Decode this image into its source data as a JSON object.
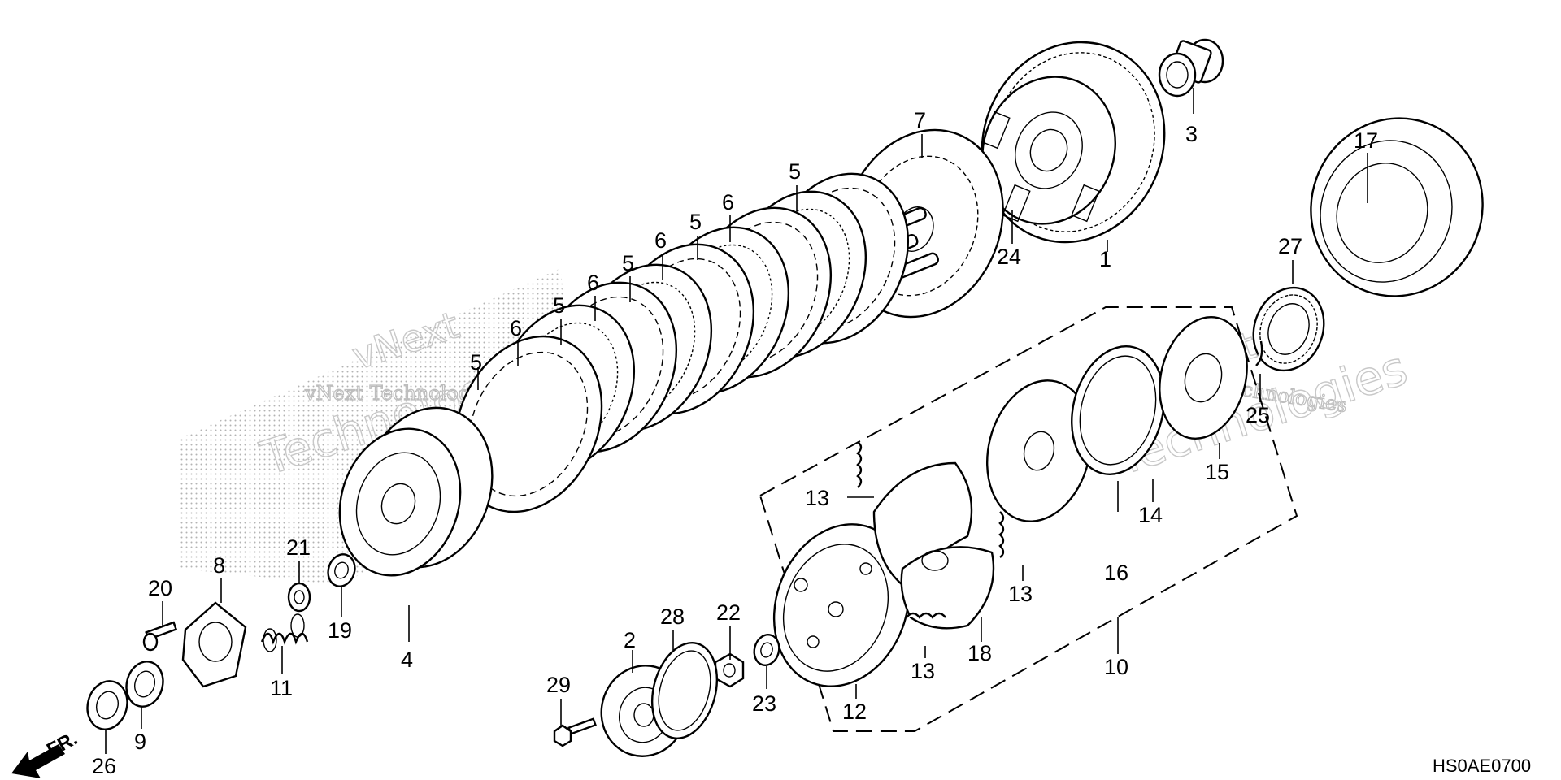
{
  "diagram": {
    "drawing_code": "HS0AE0700",
    "direction_label": "FR.",
    "watermark": {
      "line1": "vNext Technologies",
      "line2": "vNext",
      "line3": "Technologies"
    },
    "callouts": [
      {
        "id": "c1",
        "label": "1"
      },
      {
        "id": "c2",
        "label": "2"
      },
      {
        "id": "c3",
        "label": "3"
      },
      {
        "id": "c4",
        "label": "4"
      },
      {
        "id": "c5a",
        "label": "5"
      },
      {
        "id": "c5b",
        "label": "5"
      },
      {
        "id": "c5c",
        "label": "5"
      },
      {
        "id": "c5d",
        "label": "5"
      },
      {
        "id": "c5e",
        "label": "5"
      },
      {
        "id": "c6a",
        "label": "6"
      },
      {
        "id": "c6b",
        "label": "6"
      },
      {
        "id": "c6c",
        "label": "6"
      },
      {
        "id": "c6d",
        "label": "6"
      },
      {
        "id": "c7",
        "label": "7"
      },
      {
        "id": "c8",
        "label": "8"
      },
      {
        "id": "c9",
        "label": "9"
      },
      {
        "id": "c10",
        "label": "10"
      },
      {
        "id": "c11",
        "label": "11"
      },
      {
        "id": "c12",
        "label": "12"
      },
      {
        "id": "c13a",
        "label": "13"
      },
      {
        "id": "c13b",
        "label": "13"
      },
      {
        "id": "c13c",
        "label": "13"
      },
      {
        "id": "c14",
        "label": "14"
      },
      {
        "id": "c15",
        "label": "15"
      },
      {
        "id": "c16",
        "label": "16"
      },
      {
        "id": "c17",
        "label": "17"
      },
      {
        "id": "c18",
        "label": "18"
      },
      {
        "id": "c19",
        "label": "19"
      },
      {
        "id": "c20",
        "label": "20"
      },
      {
        "id": "c21",
        "label": "21"
      },
      {
        "id": "c22",
        "label": "22"
      },
      {
        "id": "c23",
        "label": "23"
      },
      {
        "id": "c24",
        "label": "24"
      },
      {
        "id": "c25",
        "label": "25"
      },
      {
        "id": "c26",
        "label": "26"
      },
      {
        "id": "c27",
        "label": "27"
      },
      {
        "id": "c28",
        "label": "28"
      },
      {
        "id": "c29",
        "label": "29"
      }
    ]
  }
}
